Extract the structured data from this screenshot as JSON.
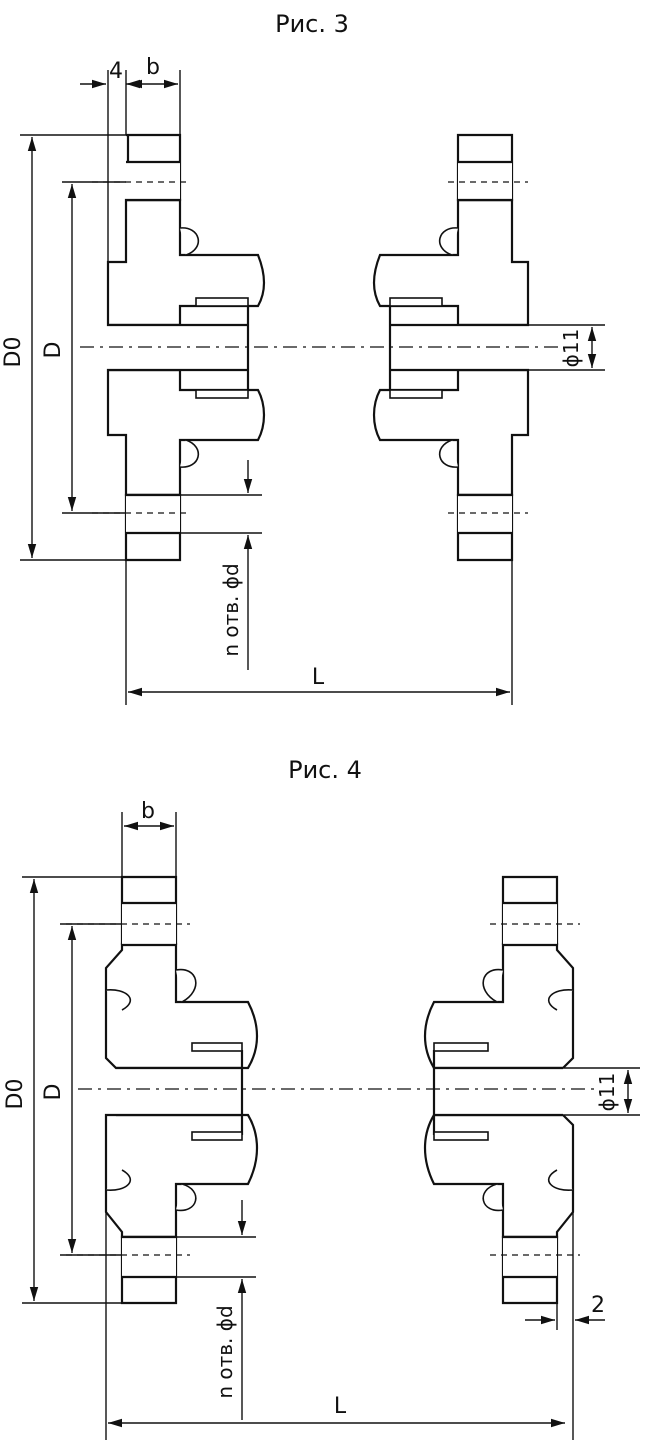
{
  "figure3": {
    "caption": "Рис. 3",
    "dim_offset": "4",
    "dim_b": "b",
    "dim_D0": "D0",
    "dim_D": "D",
    "dim_phi11": "ϕ11",
    "dim_holes": "n отв. ϕd",
    "dim_L": "L"
  },
  "figure4": {
    "caption": "Рис. 4",
    "dim_b": "b",
    "dim_D0": "D0",
    "dim_D": "D",
    "dim_phi11": "ϕ11",
    "dim_holes": "n отв. ϕd",
    "dim_L": "L",
    "dim_2": "2"
  }
}
